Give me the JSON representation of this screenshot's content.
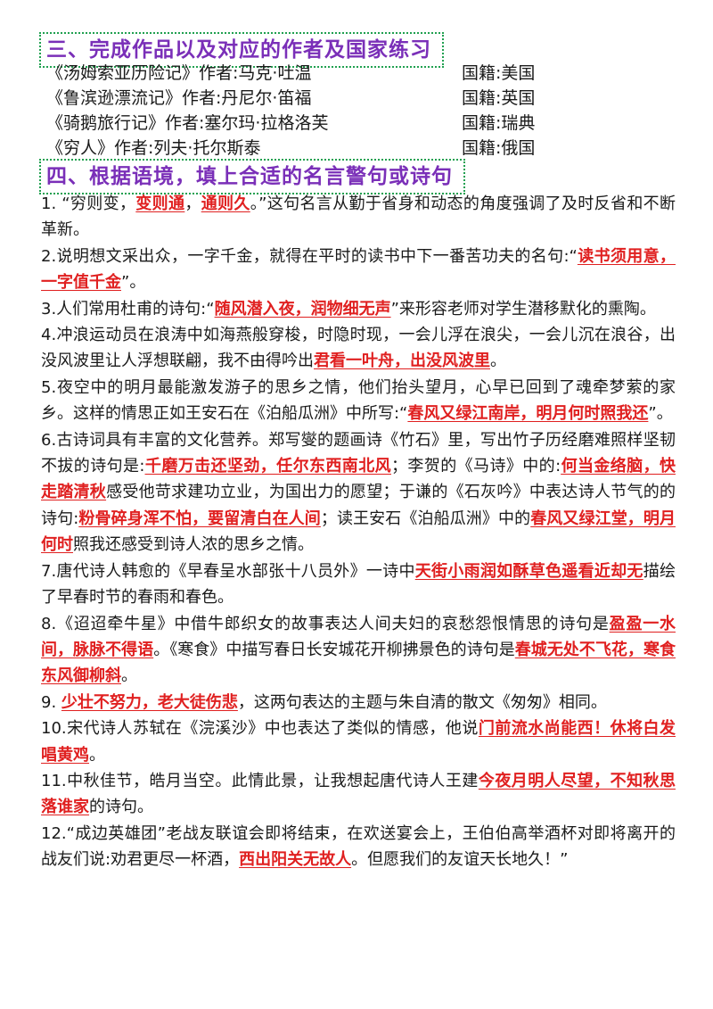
{
  "section3": {
    "heading": "三、完成作品以及对应的作者及国家练习",
    "rows": [
      {
        "work": "《汤姆索亚历险记》作者:马克·吐温",
        "nationality": "国籍:美国"
      },
      {
        "work": "《鲁滨逊漂流记》作者:丹尼尔·笛福",
        "nationality": "国籍:英国"
      },
      {
        "work": "《骑鹅旅行记》作者:塞尔玛·拉格洛芙",
        "nationality": "国籍:瑞典"
      },
      {
        "work": "《穷人》作者:列夫·托尔斯泰",
        "nationality": "国籍:俄国"
      }
    ]
  },
  "section4": {
    "heading": "四、根据语境，填上合适的名言警句或诗句",
    "items": [
      [
        {
          "t": "1. “穷则变，"
        },
        {
          "t": "变则通",
          "a": true
        },
        {
          "t": "，"
        },
        {
          "t": "通则久",
          "a": true
        },
        {
          "t": "。”这句名言从勤于省身和动态的角度强调了及时反省和不断革新。"
        }
      ],
      [
        {
          "t": "2.说明想文采出众，一字千金，就得在平时的读书中下一番苦功夫的名句:“"
        },
        {
          "t": "读书须用意，一字值千金",
          "a": true
        },
        {
          "t": "”。"
        }
      ],
      [
        {
          "t": "3.人们常用杜甫的诗句:“"
        },
        {
          "t": "随风潜入夜，润物细无声",
          "a": true
        },
        {
          "t": "”来形容老师对学生潜移默化的熏陶。"
        }
      ],
      [
        {
          "t": "4.冲浪运动员在浪涛中如海燕般穿梭，时隐时现，一会儿浮在浪尖，一会儿沉在浪谷，出没风波里让人浮想联翩，我不由得吟出"
        },
        {
          "t": "君看一叶舟，出没风波里",
          "a": true
        },
        {
          "t": "。"
        }
      ],
      [
        {
          "t": "5.夜空中的明月最能激发游子的思乡之情，他们抬头望月，心早已回到了魂牵梦萦的家乡。这样的情思正如王安石在《泊船瓜洲》中所写:“"
        },
        {
          "t": "春风又绿江南岸，明月何时照我还",
          "a": true
        },
        {
          "t": "”。"
        }
      ],
      [
        {
          "t": "6.古诗词具有丰富的文化营养。郑写燮的题画诗《竹石》里，写出竹子历经磨难照样坚韧不拔的诗句是:"
        },
        {
          "t": "千磨万击还坚劲，任尔东西南北风",
          "a": true
        },
        {
          "t": "；李贺的《马诗》中的:"
        },
        {
          "t": "何当金络脑，快走踏清秋",
          "a": true
        },
        {
          "t": "感受他苛求建功立业，为国出力的愿望；于谦的《石灰吟》中表达诗人节气的的诗句:"
        },
        {
          "t": "粉骨碎身浑不怕，要留清白在人间",
          "a": true
        },
        {
          "t": "；读王安石《泊船瓜洲》中的"
        },
        {
          "t": "春风又绿江堂，明月何时",
          "a": true
        },
        {
          "t": "照我还感受到诗人浓的思乡之情。"
        }
      ],
      [
        {
          "t": "7.唐代诗人韩愈的《早春呈水部张十八员外》一诗中"
        },
        {
          "t": "天街小雨润如酥草色遥看近却无",
          "a": true
        },
        {
          "t": "描绘了早春时节的春雨和春色。"
        }
      ],
      [
        {
          "t": "8.《迢迢牵牛星》中借牛郎织女的故事表达人间夫妇的哀愁怨恨情思的诗句是"
        },
        {
          "t": "盈盈一水间，脉脉不得语",
          "a": true
        },
        {
          "t": "。《寒食》中描写春日长安城花开柳拂景色的诗句是"
        },
        {
          "t": "春城无处不飞花，寒食东风御柳斜",
          "a": true
        },
        {
          "t": "。"
        }
      ],
      [
        {
          "t": "9. "
        },
        {
          "t": "少壮不努力，老大徒伤悲",
          "a": true
        },
        {
          "t": "，这两句表达的主题与朱自清的散文《匆匆》相同。"
        }
      ],
      [
        {
          "t": "10.宋代诗人苏轼在《浣溪沙》中也表达了类似的情感，他说"
        },
        {
          "t": "门前流水尚能西！休将白发唱黄鸡",
          "a": true
        },
        {
          "t": "。"
        }
      ],
      [
        {
          "t": "11.中秋佳节，皓月当空。此情此景，让我想起唐代诗人王建"
        },
        {
          "t": "今夜月明人尽望，不知秋思落谁家",
          "a": true
        },
        {
          "t": "的诗句。"
        }
      ],
      [
        {
          "t": "12.“成边英雄团”老战友联谊会即将结束，在欢送宴会上，王伯伯高举酒杯对即将离开的战友们说:劝君更尽一杯酒，"
        },
        {
          "t": "西出阳关无故人",
          "a": true
        },
        {
          "t": "。但愿我们的友谊天长地久！”"
        }
      ]
    ]
  },
  "colors": {
    "heading": "#7a2fb8",
    "heading_border": "#20a050",
    "answer": "#e02020"
  }
}
